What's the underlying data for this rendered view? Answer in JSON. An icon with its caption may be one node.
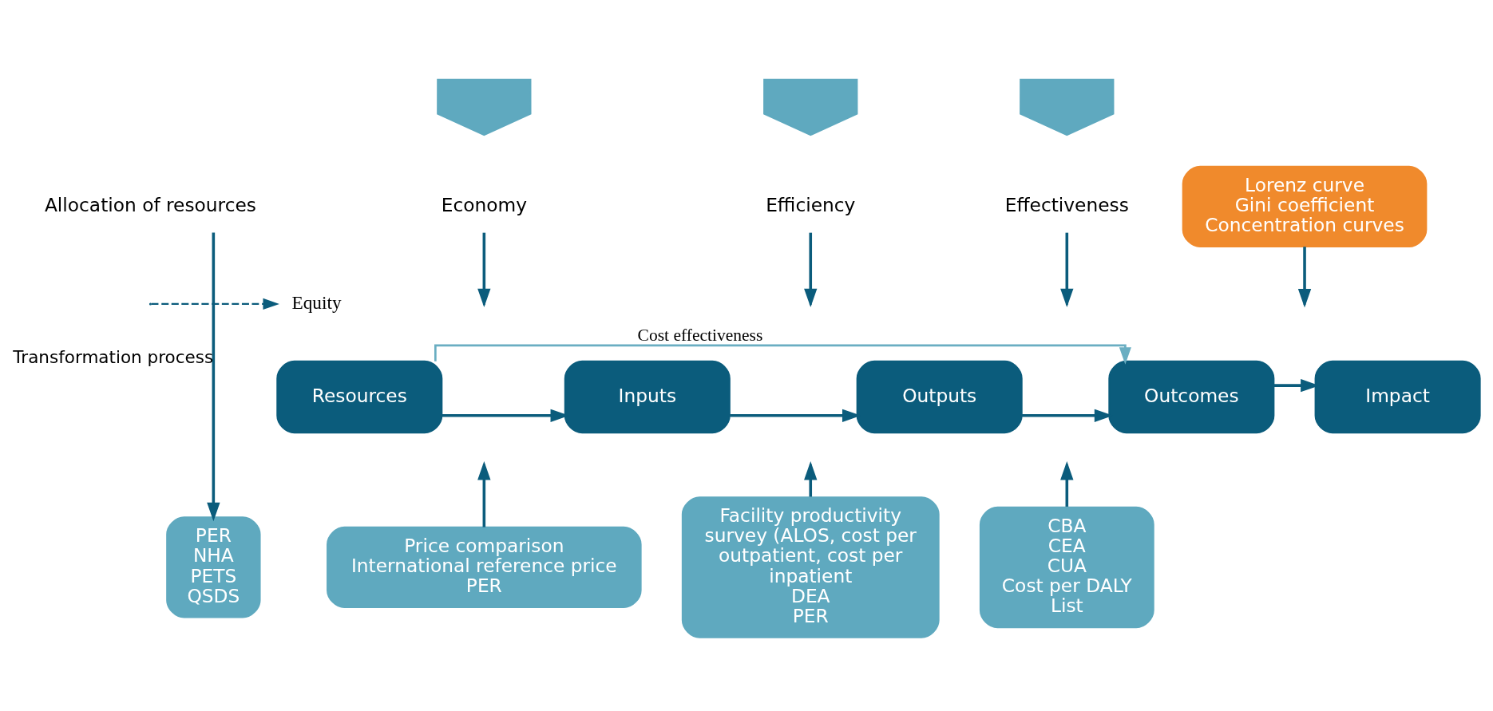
{
  "diagram": {
    "nodes": [
      {
        "text": [],
        "shape": "arrow"
      },
      {
        "text": [],
        "shape": "arrow"
      },
      {
        "text": [],
        "shape": "arrow"
      },
      {
        "text": [
          "Lorenz curve",
          "Gini coefficient",
          "Concentration curves"
        ]
      },
      {
        "text": [
          "Economy"
        ]
      },
      {
        "text": [
          "Efficiency"
        ]
      },
      {
        "text": [
          "Effectiveness"
        ]
      },
      {
        "text": [
          "Allocation of resources"
        ]
      },
      {
        "text": [
          "Equity"
        ]
      },
      {
        "text": [
          "Resources"
        ]
      },
      {
        "text": [
          "Inputs"
        ]
      },
      {
        "text": [
          "Outputs"
        ]
      },
      {
        "text": [
          "Outcomes"
        ]
      },
      {
        "text": [
          "Impact"
        ]
      },
      {
        "text": [
          "PER",
          "NHA",
          "PETS",
          "QSDS"
        ]
      },
      {
        "text": [
          "Price comparison",
          "International reference price",
          "PER"
        ]
      },
      {
        "text": [
          "Facility productivity survey (ALOS, cost per outpatient, cost per inpatient",
          "DEA",
          "PER"
        ]
      },
      {
        "text": [
          "CBA",
          "CEA",
          "CUA",
          "Cost per DALY",
          "List"
        ]
      }
    ],
    "edges": [
      {
        "from": 7,
        "to": 14,
        "arrow": "to",
        "label": "Transformation process"
      },
      {
        "from": null,
        "to": 8,
        "arrow": "to",
        "style": "dashed"
      },
      {
        "from": 3,
        "to": null,
        "arrow": "to"
      },
      {
        "from": 4,
        "to": null,
        "arrow": "to"
      },
      {
        "from": 15,
        "to": null,
        "arrow": "to"
      },
      {
        "from": 5,
        "to": null,
        "arrow": "to"
      },
      {
        "from": 16,
        "to": null,
        "arrow": "to"
      },
      {
        "from": 6,
        "to": null,
        "arrow": "to"
      },
      {
        "from": 17,
        "to": null,
        "arrow": "to"
      },
      {
        "from": 9,
        "to": 10,
        "arrow": "to"
      },
      {
        "from": 10,
        "to": 11,
        "arrow": "to"
      },
      {
        "from": 11,
        "to": 12,
        "arrow": "to"
      },
      {
        "from": 12,
        "to": 13,
        "arrow": "to"
      },
      {
        "from": 9,
        "to": 12,
        "arrow": "to",
        "label": "Cost effectiveness",
        "color": "#6aaec2"
      }
    ]
  }
}
